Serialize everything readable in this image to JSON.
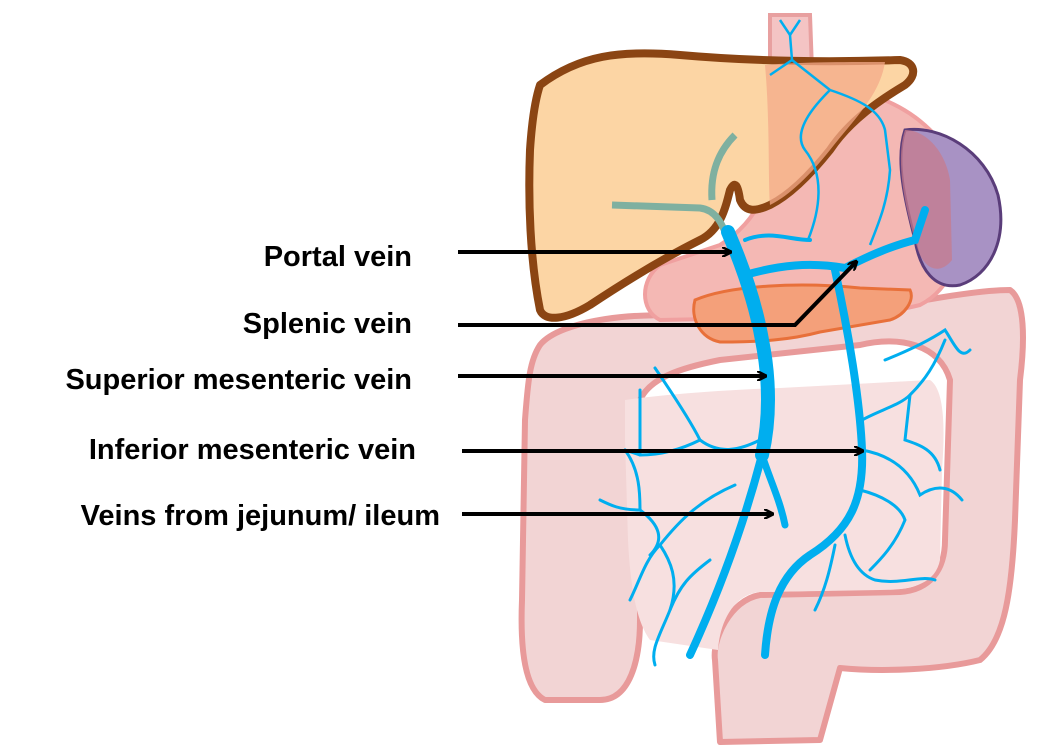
{
  "labels": {
    "portal_vein": "Portal vein",
    "splenic_vein": "Splenic vein",
    "superior_mesenteric_vein": "Superior mesenteric vein",
    "inferior_mesenteric_vein": "Inferior mesenteric vein",
    "veins_from_jejunum_ileum": "Veins from jejunum/ ileum"
  },
  "colors": {
    "vein": "#00aeef",
    "liver_fill": "#fcd5a4",
    "liver_outline": "#8b4513",
    "stomach_fill": "#f4b8b4",
    "intestine_fill": "#f2d4d4",
    "intestine_outline": "#e89a9a",
    "spleen_fill": "#a892c4",
    "pancreas_fill": "#f4a07a",
    "arrow": "#000000"
  }
}
